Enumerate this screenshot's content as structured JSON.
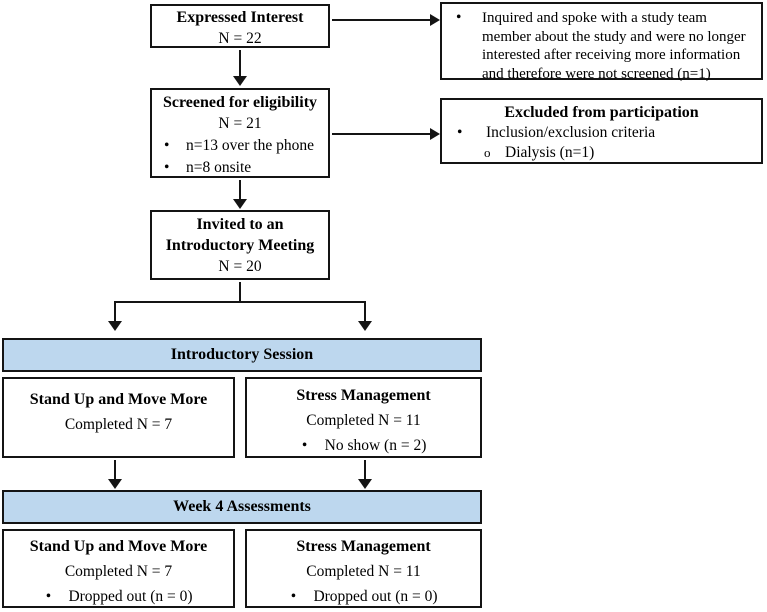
{
  "colors": {
    "bar_fill": "#BDD7EE",
    "line": "#141414",
    "box_bg": "#ffffff"
  },
  "glyphs": {
    "bullet": "•",
    "circle": "o"
  },
  "nodes": {
    "expressed_interest": {
      "title": "Expressed Interest",
      "n": "N = 22"
    },
    "inquired_note": {
      "text": "Inquired and spoke with a study team member about the study and were no longer interested after receiving more information and therefore were not screened (n=1)"
    },
    "screened": {
      "title": "Screened for eligibility",
      "n": "N = 21",
      "bullets": [
        "n=13 over the phone",
        "n=8 onsite"
      ]
    },
    "excluded": {
      "title": "Excluded from participation",
      "bullet": "Inclusion/exclusion criteria",
      "sub_bullet": "Dialysis (n=1)"
    },
    "invited": {
      "line1": "Invited to an",
      "line2": "Introductory Meeting",
      "n": "N = 20"
    },
    "intro_left": {
      "title": "Stand Up and Move More",
      "completed": "Completed N = 7"
    },
    "intro_right": {
      "title": "Stress Management",
      "completed": "Completed N = 11",
      "bullet": "No show (n = 2)"
    },
    "week4_left": {
      "title": "Stand Up and Move More",
      "completed": "Completed N = 7",
      "bullet": "Dropped out (n = 0)"
    },
    "week4_right": {
      "title": "Stress Management",
      "completed": "Completed N = 11",
      "bullet": "Dropped out (n = 0)"
    }
  },
  "bars": {
    "intro": {
      "title": "Introductory Session"
    },
    "week4": {
      "title": "Week 4 Assessments"
    }
  }
}
